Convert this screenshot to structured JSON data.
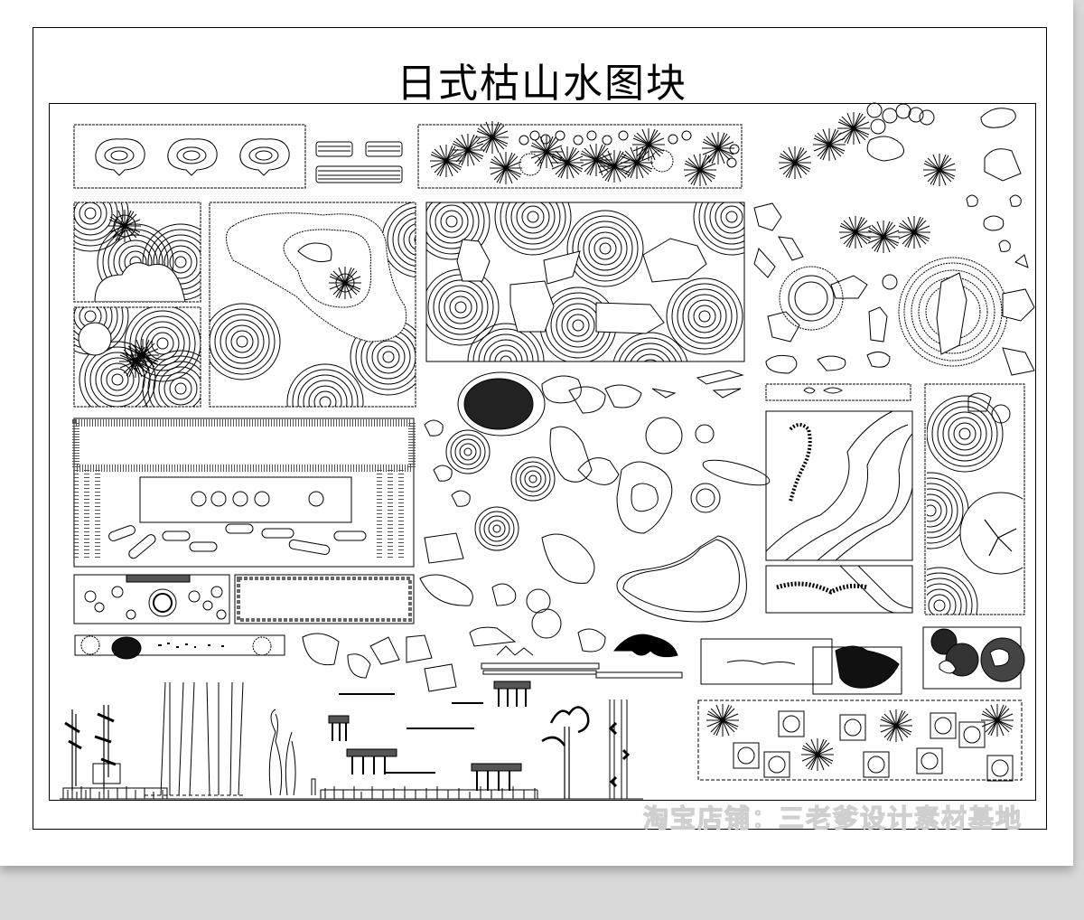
{
  "title": "日式枯山水图块",
  "watermark": "淘宝店铺：三老爹设计素材基地",
  "colors": {
    "line": "#000000",
    "paper": "#ffffff",
    "background": "#d9d9d9",
    "watermark": "#cfcfcf"
  },
  "blocks": [
    {
      "id": "rock-spiral-set",
      "label": "spiral stone plan symbols"
    },
    {
      "id": "wood-planks",
      "label": "wood plank symbols"
    },
    {
      "id": "shrub-hedge-strip",
      "label": "pine shrubs and round stones strip"
    },
    {
      "id": "raked-gravel-small-1",
      "label": "raked gravel with pine"
    },
    {
      "id": "raked-gravel-small-2",
      "label": "raked gravel with tree"
    },
    {
      "id": "island-pond-garden",
      "label": "island with raked rings"
    },
    {
      "id": "raked-gravel-rocks",
      "label": "raked gravel with five rocks"
    },
    {
      "id": "pine-rock-cluster",
      "label": "pines and rocks cluster"
    },
    {
      "id": "pebble-field",
      "label": "pebble field with stepping stones"
    },
    {
      "id": "stepping-stones",
      "label": "stepping stones and rings"
    },
    {
      "id": "stream-garden",
      "label": "dry stream with pine"
    },
    {
      "id": "tall-raked-panel",
      "label": "tall raked panel with tree"
    },
    {
      "id": "elevations",
      "label": "bamboo and plant elevations"
    },
    {
      "id": "square-planters",
      "label": "square planters with pines"
    }
  ]
}
